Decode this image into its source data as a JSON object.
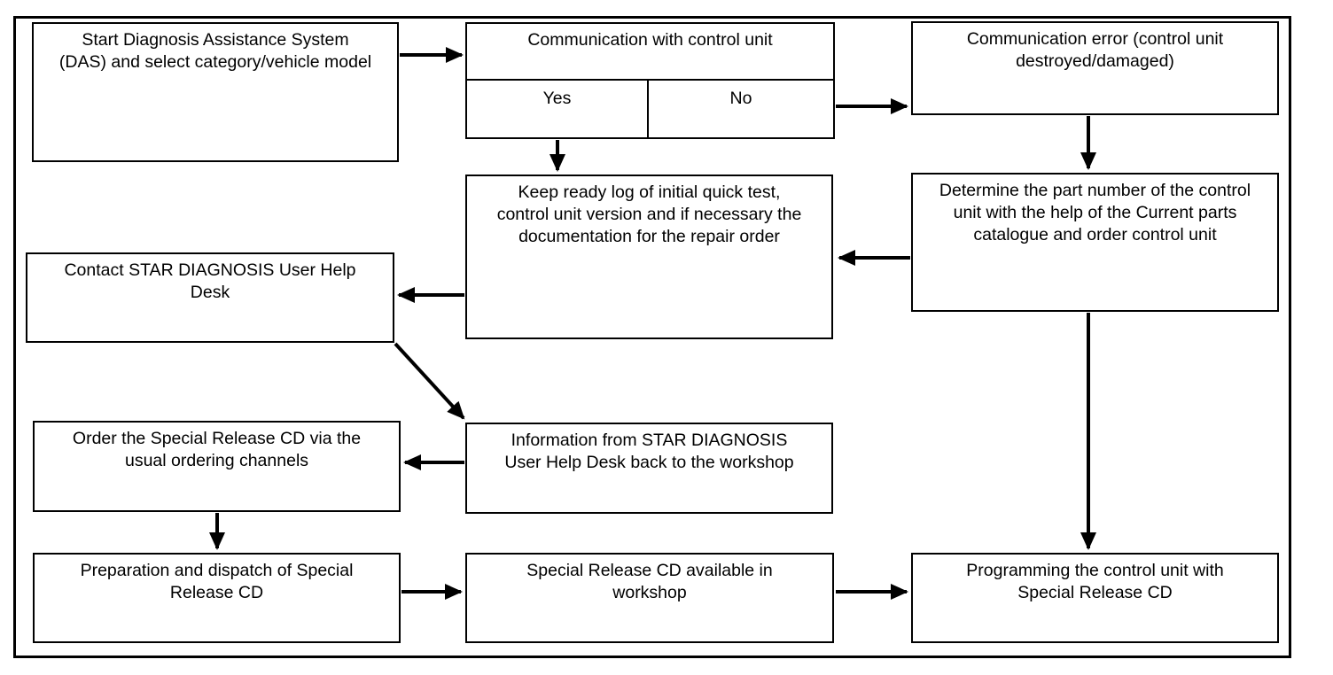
{
  "diagram": {
    "colors": {
      "line": "#000000",
      "background": "#ffffff"
    },
    "nodes": {
      "start": {
        "lines": [
          "Start Diagnosis Assistance System",
          "(DAS) and select category/vehicle model"
        ]
      },
      "communication": {
        "title": "Communication with control unit",
        "yes_label": "Yes",
        "no_label": "No"
      },
      "communication_error": {
        "lines": [
          "Communication error (control unit",
          "destroyed/damaged)"
        ]
      },
      "keep_log": {
        "lines": [
          "Keep ready log of initial quick test,",
          "control unit version and if necessary the",
          "documentation for the repair order"
        ]
      },
      "determine_part": {
        "lines": [
          "Determine the part number of the control",
          "unit with the help of the Current parts",
          "catalogue and order control unit"
        ]
      },
      "contact_desk": {
        "lines": [
          "Contact STAR DIAGNOSIS User Help",
          "Desk"
        ]
      },
      "info_back": {
        "lines": [
          "Information from STAR DIAGNOSIS",
          "User Help Desk back to the workshop"
        ]
      },
      "order_cd": {
        "lines": [
          "Order the Special Release CD via the",
          "usual ordering channels"
        ]
      },
      "prep_cd": {
        "lines": [
          "Preparation and dispatch of Special",
          "Release CD"
        ]
      },
      "cd_available": {
        "lines": [
          "Special Release CD available in",
          "workshop"
        ]
      },
      "programming": {
        "lines": [
          "Programming the control unit with",
          "Special Release CD"
        ]
      }
    }
  }
}
